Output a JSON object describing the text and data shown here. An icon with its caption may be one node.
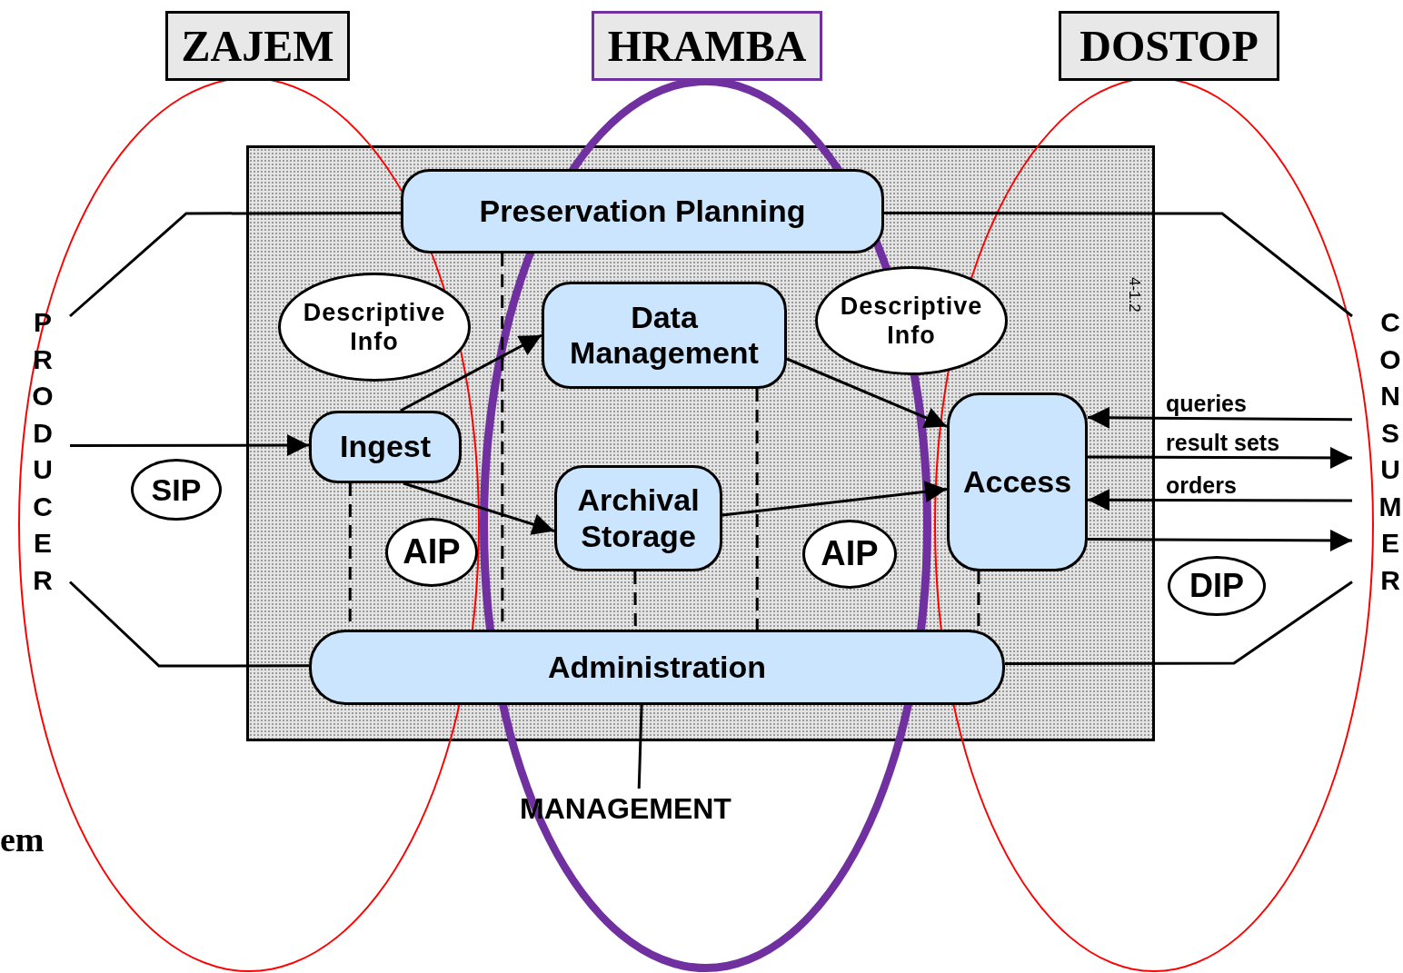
{
  "diagram": {
    "nodes": [
      {
        "text": [
          "ZAJEM"
        ]
      },
      {
        "text": [
          "HRAMBA"
        ]
      },
      {
        "text": [
          "DOSTOP"
        ]
      },
      {
        "text": [
          "Preservation Planning"
        ]
      },
      {
        "text": [
          "Descriptive Info"
        ]
      },
      {
        "text": [
          "Data Management"
        ]
      },
      {
        "text": [
          "Descriptive Info"
        ]
      },
      {
        "text": [
          "PRODUCER"
        ]
      },
      {
        "text": [
          "CONSUMER"
        ]
      },
      {
        "text": [
          "Ingest"
        ]
      },
      {
        "text": [
          "Access"
        ]
      },
      {
        "text": [
          "SIP"
        ]
      },
      {
        "text": [
          "Archival Storage"
        ]
      },
      {
        "text": [
          "AIP"
        ]
      },
      {
        "text": [
          "AIP"
        ]
      },
      {
        "text": [
          "DIP"
        ]
      },
      {
        "text": [
          "Administration"
        ]
      },
      {
        "text": [
          "MANAGEMENT"
        ]
      }
    ],
    "edges": [
      {
        "from": 7,
        "to": 3,
        "arrow": "none"
      },
      {
        "from": 7,
        "to": 9,
        "arrow": "to"
      },
      {
        "from": 7,
        "to": 16,
        "arrow": "none"
      },
      {
        "from": 9,
        "to": 5,
        "arrow": "to"
      },
      {
        "from": 9,
        "to": 12,
        "arrow": "to"
      },
      {
        "from": 5,
        "to": 10,
        "arrow": "to"
      },
      {
        "from": 12,
        "to": 10,
        "arrow": "to"
      },
      {
        "from": 8,
        "to": 10,
        "arrow": "to",
        "label": "queries"
      },
      {
        "from": 10,
        "to": 8,
        "arrow": "to",
        "label": "result sets"
      },
      {
        "from": 8,
        "to": 10,
        "arrow": "to",
        "label": "orders"
      },
      {
        "from": 10,
        "to": 8,
        "arrow": "to"
      },
      {
        "from": 3,
        "to": 8,
        "arrow": "none"
      },
      {
        "from": 16,
        "to": 8,
        "arrow": "none"
      },
      {
        "from": 16,
        "to": 17,
        "arrow": "none"
      },
      {
        "from": 3,
        "to": 16,
        "arrow": "none",
        "style": "dashed"
      },
      {
        "from": 9,
        "to": 16,
        "arrow": "none",
        "style": "dashed"
      },
      {
        "from": 12,
        "to": 16,
        "arrow": "none",
        "style": "dashed"
      },
      {
        "from": 5,
        "to": 16,
        "arrow": "none",
        "style": "dashed"
      },
      {
        "from": 10,
        "to": 16,
        "arrow": "none",
        "style": "dashed"
      }
    ],
    "labels": [
      "4-1.2",
      "em"
    ]
  }
}
